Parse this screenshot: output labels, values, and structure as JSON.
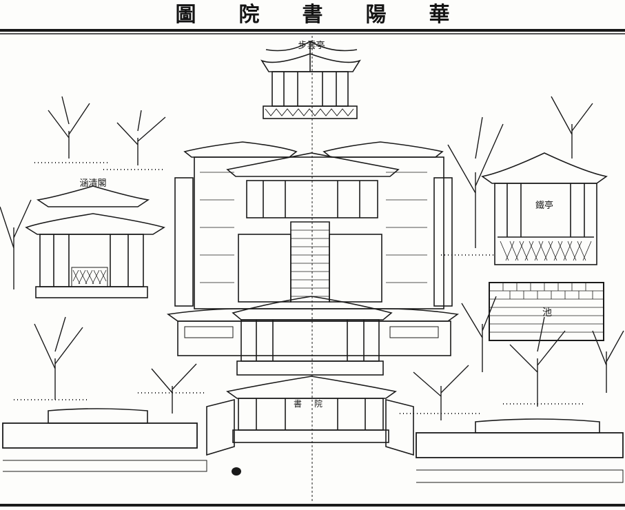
{
  "title": {
    "chars": [
      "華",
      "陽",
      "書",
      "院",
      "圖"
    ]
  },
  "labels": {
    "top_pavilion": "步雲亭",
    "left_hall": "涵清閣",
    "right_pavilion": "鐵亭",
    "right_wall": "池",
    "gate_left": "書",
    "gate_right": "院"
  },
  "colors": {
    "ink": "#1a1a1a",
    "paper": "#fdfdfb"
  }
}
